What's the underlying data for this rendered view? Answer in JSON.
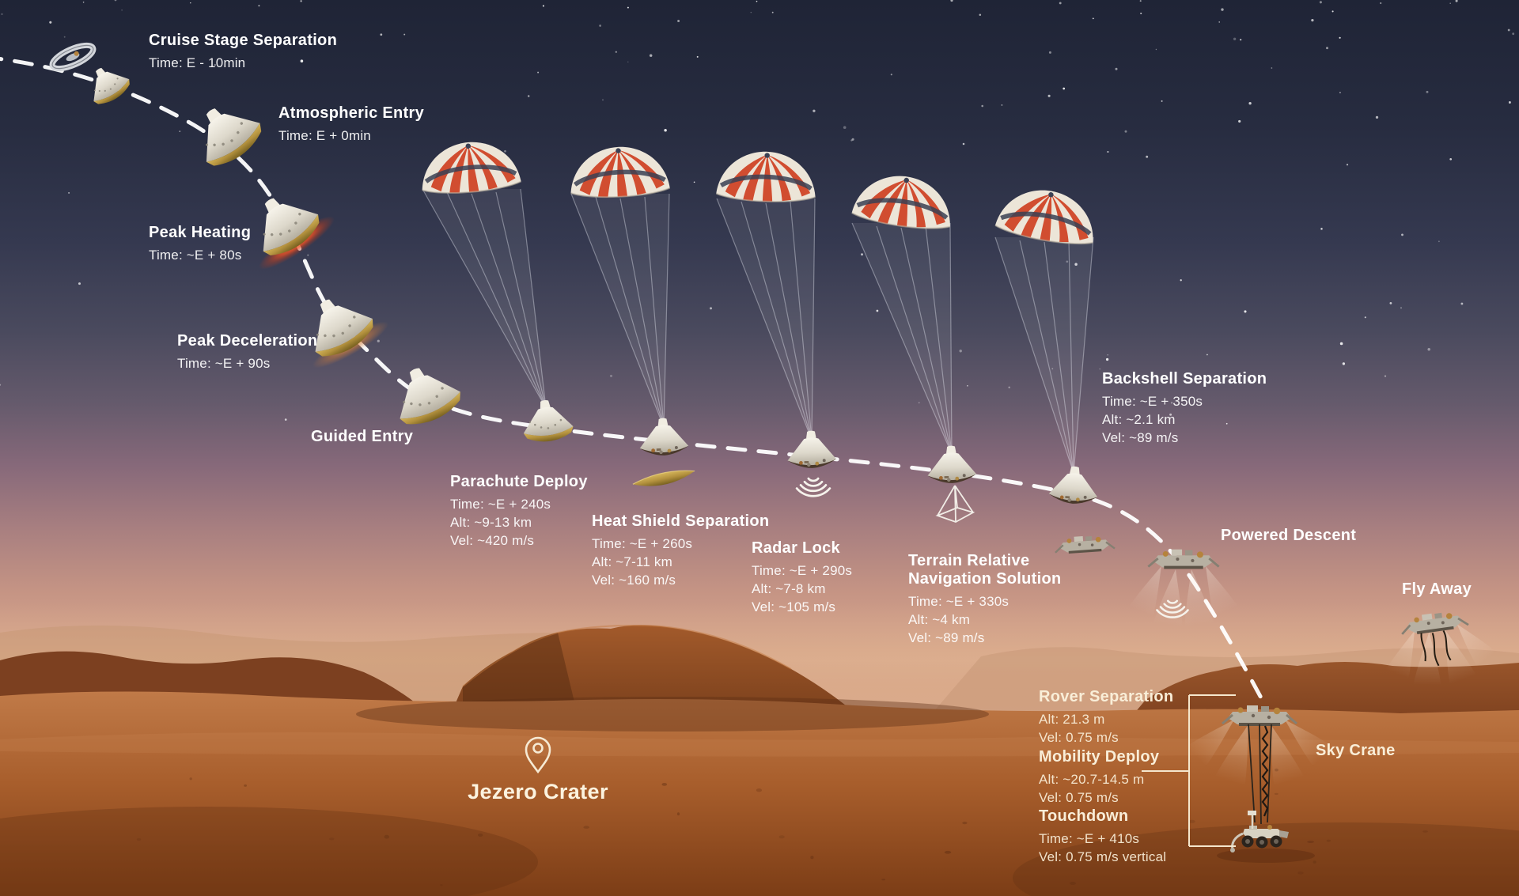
{
  "stages": [
    {
      "id": "cruise-stage-separation",
      "title": "Cruise Stage Separation",
      "lines": [
        "Time: E - 10min"
      ]
    },
    {
      "id": "atmospheric-entry",
      "title": "Atmospheric Entry",
      "lines": [
        "Time: E + 0min"
      ]
    },
    {
      "id": "peak-heating",
      "title": "Peak Heating",
      "lines": [
        "Time: ~E + 80s"
      ]
    },
    {
      "id": "peak-deceleration",
      "title": "Peak Deceleration",
      "lines": [
        "Time: ~E + 90s"
      ]
    },
    {
      "id": "guided-entry",
      "title": "Guided Entry",
      "lines": []
    },
    {
      "id": "parachute-deploy",
      "title": "Parachute Deploy",
      "lines": [
        "Time: ~E + 240s",
        "Alt: ~9-13 km",
        "Vel: ~420 m/s"
      ]
    },
    {
      "id": "heat-shield-separation",
      "title": "Heat Shield Separation",
      "lines": [
        "Time: ~E + 260s",
        "Alt: ~7-11 km",
        "Vel: ~160 m/s"
      ]
    },
    {
      "id": "radar-lock",
      "title": "Radar Lock",
      "lines": [
        "Time: ~E + 290s",
        "Alt: ~7-8 km",
        "Vel: ~105 m/s"
      ]
    },
    {
      "id": "terrain-relative-navigation-solution",
      "title": "Terrain Relative",
      "title2": "Navigation Solution",
      "lines": [
        "Time: ~E + 330s",
        "Alt: ~4 km",
        "Vel: ~89 m/s"
      ]
    },
    {
      "id": "backshell-separation",
      "title": "Backshell Separation",
      "lines": [
        "Time: ~E + 350s",
        "Alt: ~2.1 km",
        "Vel: ~89 m/s"
      ]
    },
    {
      "id": "powered-descent",
      "title": "Powered Descent",
      "lines": []
    },
    {
      "id": "fly-away",
      "title": "Fly Away",
      "lines": []
    },
    {
      "id": "rover-separation",
      "title": "Rover Separation",
      "lines": [
        "Alt: 21.3 m",
        "Vel: 0.75 m/s"
      ]
    },
    {
      "id": "mobility-deploy",
      "title": "Mobility Deploy",
      "lines": [
        "Alt: ~20.7-14.5 m",
        "Vel: 0.75 m/s"
      ]
    },
    {
      "id": "touchdown",
      "title": "Touchdown",
      "lines": [
        "Time: ~E + 410s",
        "Vel: 0.75 m/s  vertical"
      ]
    },
    {
      "id": "sky-crane",
      "title": "Sky Crane",
      "lines": []
    }
  ],
  "location": {
    "name": "Jezero Crater",
    "icon": "location-pin-icon"
  },
  "icons": {
    "radar": "radar-waves-icon",
    "terrain_scan": "scan-pyramid-icon",
    "location": "location-pin-icon"
  },
  "colors": {
    "sky_top": "#1f2436",
    "sky_horizon": "#e0b497",
    "terrain": "#9c5628",
    "parachute_orange": "#d1492b",
    "parachute_white": "#ece5d8",
    "parachute_band": "#3b4154",
    "heat_shield_gold": "#c2a24a",
    "trajectory": "#ffffff",
    "label_text": "#ffffff",
    "label_text_warm": "#f9eed8"
  }
}
